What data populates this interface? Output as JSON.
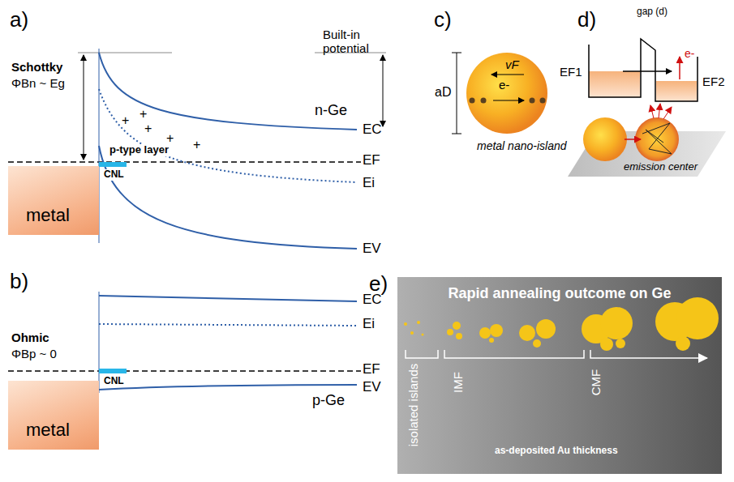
{
  "diagram": {
    "nodes": [
      {
        "text": [
          "metal"
        ]
      },
      {
        "text": [
          "metal"
        ]
      },
      {
        "text": [
          "vF",
          "e-"
        ]
      },
      {
        "text": [
          "Rapid annealing outcome on Ge",
          "isolated islands",
          "IMF",
          "CMF",
          "as-deposited Au thickness"
        ]
      }
    ],
    "labels": [
      "a)",
      "Schottky",
      "ΦBn ~ Eg",
      "Built-in potential",
      "n-Ge",
      "+",
      "+",
      "+",
      "+",
      "+",
      "p-type layer",
      "EC",
      "EF",
      "CNL",
      "Ei",
      "EV",
      "b)",
      "EC",
      "Ohmic",
      "ΦBp ~ 0",
      "Ei",
      "EF",
      "CNL",
      "p-Ge",
      "EV",
      "c)",
      "aD",
      "metal nano-island",
      "d)",
      "gap (d)",
      "EF1",
      "EF2",
      "e-",
      "emission center",
      "e)"
    ]
  }
}
